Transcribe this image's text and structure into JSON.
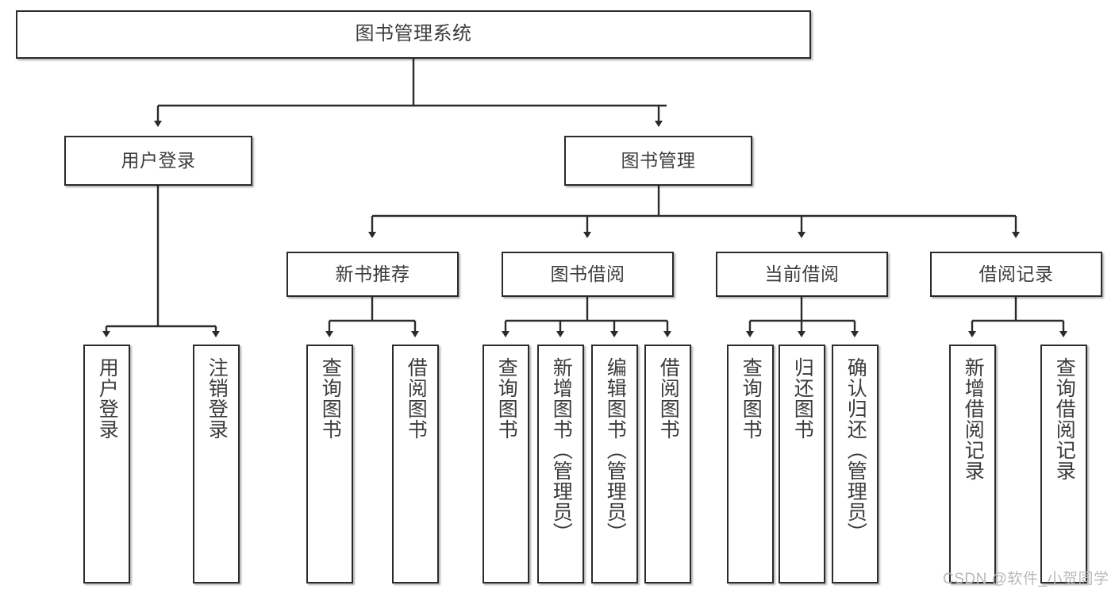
{
  "diagram": {
    "type": "tree",
    "title": "图书管理系统",
    "orientation": "top-down",
    "colors": {
      "node_border": "#2b2b2b",
      "node_fill": "#ffffff",
      "text": "#3c3c3c",
      "edge": "#2b2b2b",
      "watermark": "#b9b9b9",
      "canvas": "#ffffff"
    },
    "root": {
      "label": "图书管理系统"
    },
    "level2": [
      {
        "label": "用户登录"
      },
      {
        "label": "图书管理"
      }
    ],
    "level3": [
      {
        "label": "新书推荐"
      },
      {
        "label": "图书借阅"
      },
      {
        "label": "当前借阅"
      },
      {
        "label": "借阅记录"
      }
    ],
    "leaves": {
      "user_login": [
        {
          "label": "用户登录"
        },
        {
          "label": "注销登录"
        }
      ],
      "new_book_recommend": [
        {
          "label": "查询图书"
        },
        {
          "label": "借阅图书"
        }
      ],
      "book_borrow": [
        {
          "label": "查询图书"
        },
        {
          "label": "新增图书（管理员）"
        },
        {
          "label": "编辑图书（管理员）"
        },
        {
          "label": "借阅图书"
        }
      ],
      "current_borrow": [
        {
          "label": "查询图书"
        },
        {
          "label": "归还图书"
        },
        {
          "label": "确认归还（管理员）"
        }
      ],
      "borrow_records": [
        {
          "label": "新增借阅记录"
        },
        {
          "label": "查询借阅记录"
        }
      ]
    },
    "watermark": "CSDN @软件_小贺同学"
  }
}
